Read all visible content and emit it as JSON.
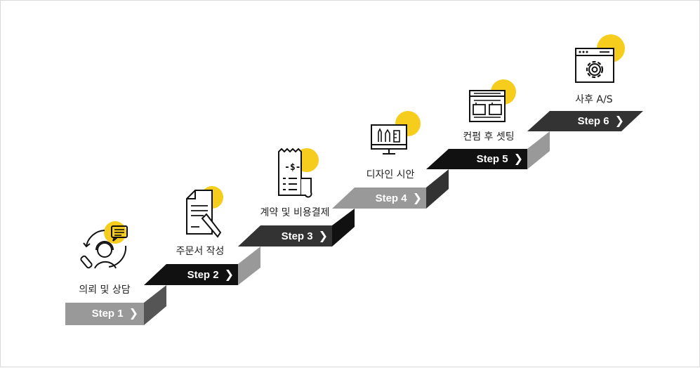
{
  "colors": {
    "yellow": "#f6cd1c",
    "black": "#111111",
    "dark": "#333333",
    "gray": "#999999",
    "side": "#555555"
  },
  "steps": [
    {
      "label": "Step 1",
      "title": "의뢰 및 상담",
      "icon": "consultation-headset-icon"
    },
    {
      "label": "Step 2",
      "title": "주문서 작성",
      "icon": "order-form-pencil-icon"
    },
    {
      "label": "Step 3",
      "title": "계약 및 비용결제",
      "icon": "receipt-payment-icon"
    },
    {
      "label": "Step 4",
      "title": "디자인 시안",
      "icon": "design-monitor-icon"
    },
    {
      "label": "Step 5",
      "title": "컨펌 후 셋팅",
      "icon": "browser-layout-icon"
    },
    {
      "label": "Step 6",
      "title": "사후 A/S",
      "icon": "browser-gear-icon"
    }
  ],
  "chevron": "❯"
}
